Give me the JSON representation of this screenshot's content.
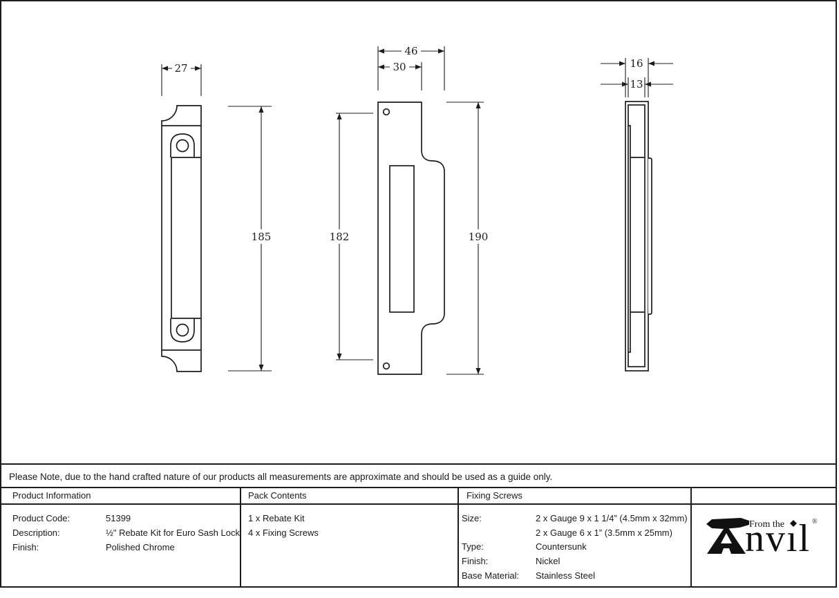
{
  "note": {
    "text": "Please Note, due to the hand crafted nature of our products all measurements are approximate and should be used as a guide only."
  },
  "dims": {
    "side_width": "27",
    "side_height": "185",
    "front_width": "46",
    "front_top_width": "30",
    "front_left_height": "182",
    "front_right_height": "190",
    "edge_depth": "16",
    "edge_inner_depth": "13"
  },
  "table": {
    "product_information": {
      "header": "Product Information",
      "rows": [
        {
          "label": "Product Code:",
          "value": "51399"
        },
        {
          "label": "Description:",
          "value": "½\" Rebate Kit for Euro Sash Lock"
        },
        {
          "label": "Finish:",
          "value": "Polished Chrome"
        }
      ]
    },
    "pack_contents": {
      "header": "Pack Contents",
      "items": [
        "1 x Rebate Kit",
        "4 x Fixing Screws"
      ]
    },
    "fixing_screws": {
      "header": "Fixing Screws",
      "rows": [
        {
          "label": "Size:",
          "value": "2 x Gauge 9 x 1 1/4” (4.5mm x 32mm)"
        },
        {
          "label": "",
          "value": "2 x Gauge 6 x 1” (3.5mm x 25mm)"
        },
        {
          "label": "Type:",
          "value": "Countersunk"
        },
        {
          "label": "Finish:",
          "value": "Nickel"
        },
        {
          "label": "Base Material:",
          "value": "Stainless Steel"
        }
      ]
    }
  },
  "logo": {
    "prefix": "From the",
    "brand": "Anvil",
    "brand_tail": "nvıl",
    "registered": "®"
  }
}
